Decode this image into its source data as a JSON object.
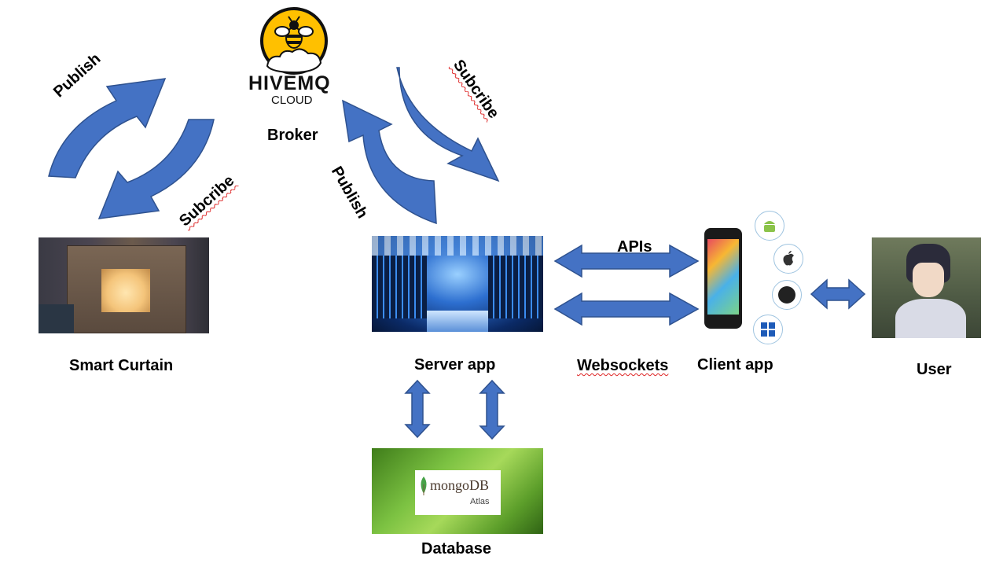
{
  "broker": {
    "logo_text": "HIVEMQ",
    "logo_subtext": "CLOUD",
    "label": "Broker"
  },
  "nodes": {
    "smart_curtain": "Smart Curtain",
    "server_app": "Server app",
    "client_app": "Client app",
    "user": "User",
    "database": "Database"
  },
  "arrows": {
    "curtain_publish": "Publish",
    "curtain_subscribe": "Subcribe",
    "server_publish": "Publish",
    "server_subscribe": "Subcribe",
    "apis": "APIs",
    "websockets": "Websockets"
  },
  "mongodb": {
    "brand": "mongoDB",
    "product": "Atlas"
  },
  "platform_icons": [
    "android-icon",
    "apple-icon",
    "blackberry-icon",
    "windows-icon"
  ],
  "colors": {
    "arrow_fill": "#4472c4",
    "arrow_stroke": "#2f528f",
    "hivemq_yellow": "#ffc000",
    "mongodb_green": "#6db33f"
  }
}
